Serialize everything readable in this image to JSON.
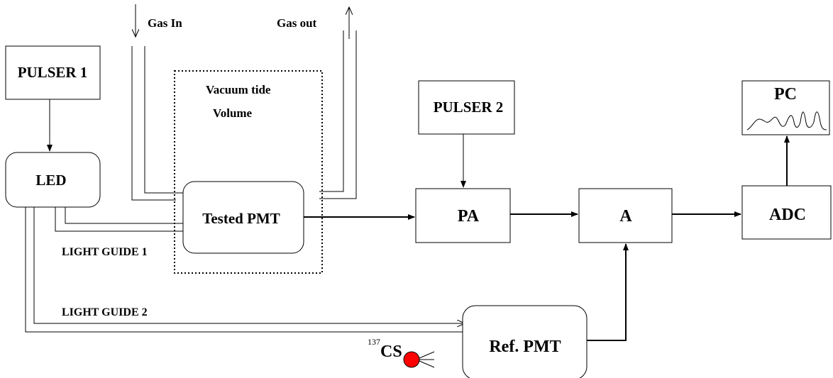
{
  "labels": {
    "gas_in": "Gas In",
    "gas_out": "Gas out",
    "pulser1": "PULSER 1",
    "pulser2": "PULSER 2",
    "led": "LED",
    "vacuum_line1": "Vacuum tide",
    "vacuum_line2": "Volume",
    "tested_pmt": "Tested PMT",
    "light_guide_1": "LIGHT GUIDE 1",
    "light_guide_2": "LIGHT GUIDE 2",
    "pa": "PA",
    "a": "A",
    "adc": "ADC",
    "pc": "PC",
    "ref_pmt": "Ref. PMT",
    "source_mass": "137",
    "source_symbol": "CS"
  },
  "colors": {
    "source_fill": "#ff0000",
    "stroke": "#000000",
    "background": "#ffffff"
  }
}
